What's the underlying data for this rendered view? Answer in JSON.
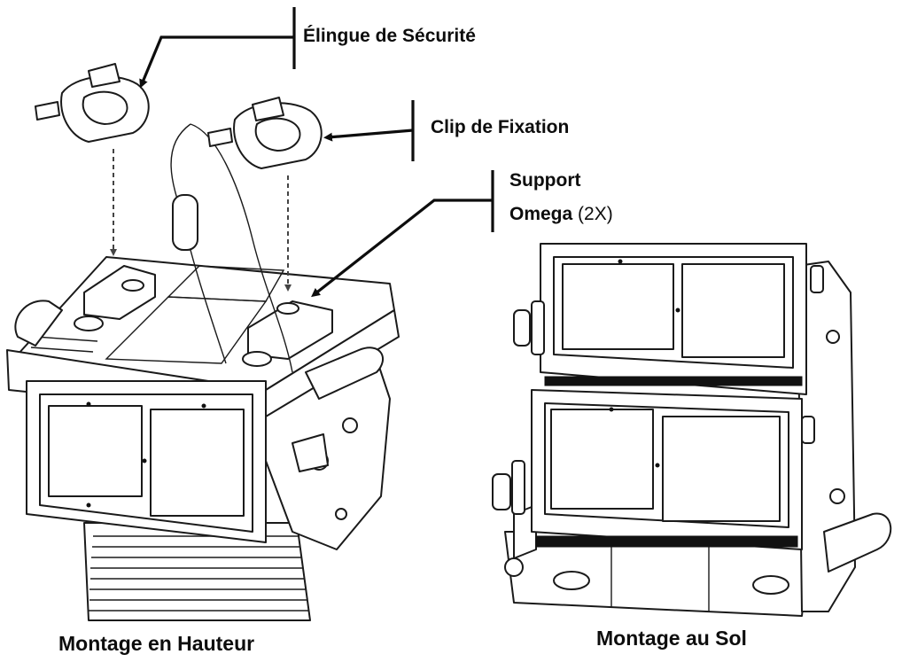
{
  "callouts": {
    "safety_cable": "Élingue de Sécurité",
    "clamp": "Clip de Fixation",
    "bracket_line1": "Support",
    "bracket_line2_bold": "Omega",
    "bracket_line2_note": "(2X)"
  },
  "captions": {
    "left": "Montage en Hauteur",
    "right": "Montage au Sol"
  }
}
